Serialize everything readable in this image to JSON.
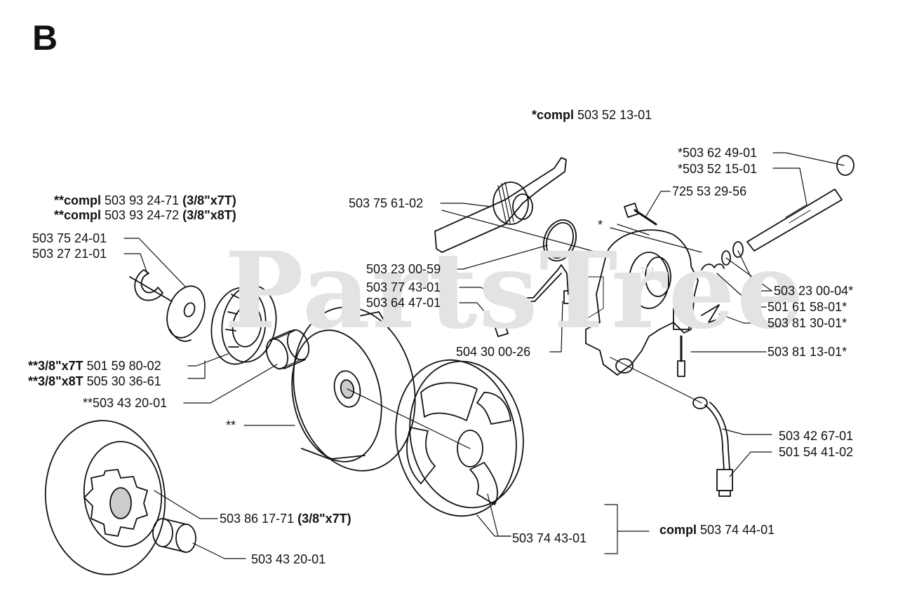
{
  "section": "B",
  "watermark": "PartsTree",
  "watermark_tm": "TM",
  "labels": {
    "compl_top_b": "*compl",
    "compl_top_n": " 503 52 13-01",
    "compl_7t_b": "**compl",
    "compl_7t_n": " 503 93 24-71 ",
    "compl_7t_s": "(3/8\"x7T)",
    "compl_8t_b": "**compl",
    "compl_8t_n": " 503 93 24-72 ",
    "compl_8t_s": "(3/8\"x8T)",
    "p_503752401": "503 75 24-01",
    "p_503272101": "503 27 21-01",
    "p_503756102": "503 75 61-02",
    "p_503230059": "503 23 00-59",
    "p_503774301": "503 77 43-01",
    "p_503644701": "503 64 47-01",
    "p_504300026": "504 30 00-26",
    "p_7t_b": "**3/8\"x7T",
    "p_7t_n": " 501 59 80-02",
    "p_8t_b": "**3/8\"x8T",
    "p_8t_n": " 505 30 36-61",
    "p_503432001_star": "**503 43 20-01",
    "star2": "**",
    "star1": "*",
    "p_503624901": "*503 62 49-01",
    "p_503521501": "*503 52 15-01",
    "p_725532956": "725 53 29-56",
    "p_503230004": "503 23 00-04*",
    "p_501615801": "501 61 58-01*",
    "p_503813001": "503 81 30-01*",
    "p_503811301": "503 81 13-01*",
    "p_503426701": "503 42 67-01",
    "p_501544102": "501 54 41-02",
    "p_503861771_n": "503 86 17-71 ",
    "p_503861771_s": "(3/8\"x7T)",
    "p_503744301": "503 74 43-01",
    "compl_clutch_b": "compl",
    "compl_clutch_n": " 503 74 44-01",
    "p_503432001": "503 43 20-01"
  }
}
